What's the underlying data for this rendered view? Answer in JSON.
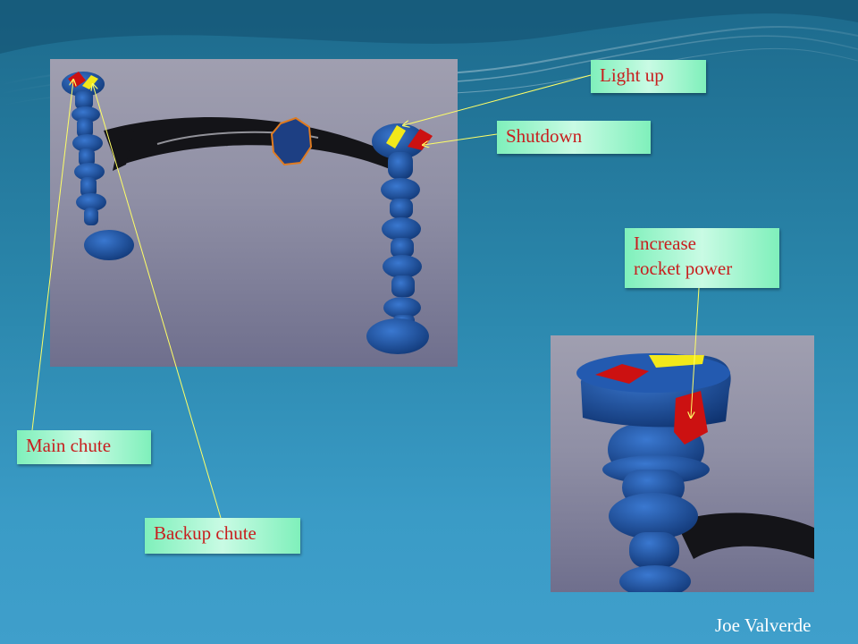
{
  "slide": {
    "background_color": "#2a86ab",
    "callouts": {
      "light_up": "Light up",
      "shutdown": "Shutdown",
      "increase_line1": "Increase",
      "increase_line2": "rocket power",
      "main_chute": "Main chute",
      "backup_chute": "Backup chute"
    },
    "author": "Joe Valverde",
    "colors": {
      "callout_fill": "#9ff5cc",
      "callout_text": "#c81e1e",
      "leader_line": "#ffff66",
      "controller_blue": "#1f4f9a",
      "button_red": "#cc1111",
      "button_yellow": "#f2e81a",
      "bar_black": "#141418"
    }
  }
}
